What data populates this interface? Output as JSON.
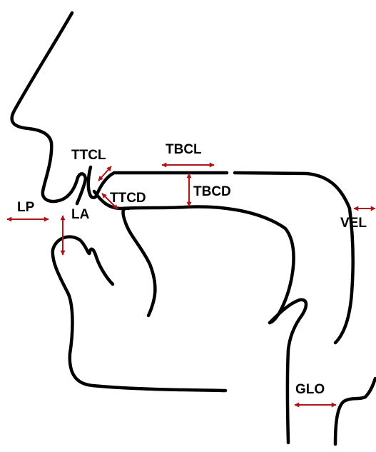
{
  "colors": {
    "contour": "#000000",
    "arrow": "#b01414",
    "background": "#ffffff"
  },
  "labels": {
    "ttcl": "TTCL",
    "tbcl": "TBCL",
    "ttcd": "TTCD",
    "tbcd": "TBCD",
    "lp": "LP",
    "la": "LA",
    "vel": "VEL",
    "glo": "GLO"
  }
}
